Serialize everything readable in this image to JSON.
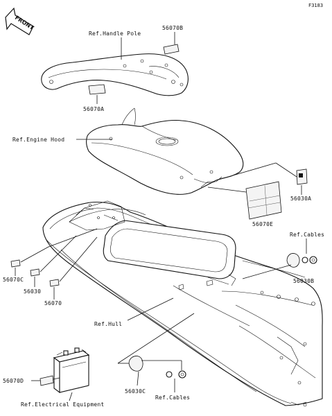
{
  "figure_id": "F3183",
  "front_arrow": "FRONT",
  "parts": {
    "p56070B": "56070B",
    "p56070A": "56070A",
    "p56030A": "56030A",
    "p56070E": "56070E",
    "p56070C": "56070C",
    "p56030": "56030",
    "p56070": "56070",
    "p56030B": "56030B",
    "p56070D": "56070D",
    "p56030C": "56030C"
  },
  "refs": {
    "handle_pole": "Ref.Handle Pole",
    "engine_hood": "Ref.Engine Hood",
    "cables_top": "Ref.Cables",
    "hull": "Ref.Hull",
    "electrical": "Ref.Electrical Equipment",
    "cables_bottom": "Ref.Cables"
  }
}
